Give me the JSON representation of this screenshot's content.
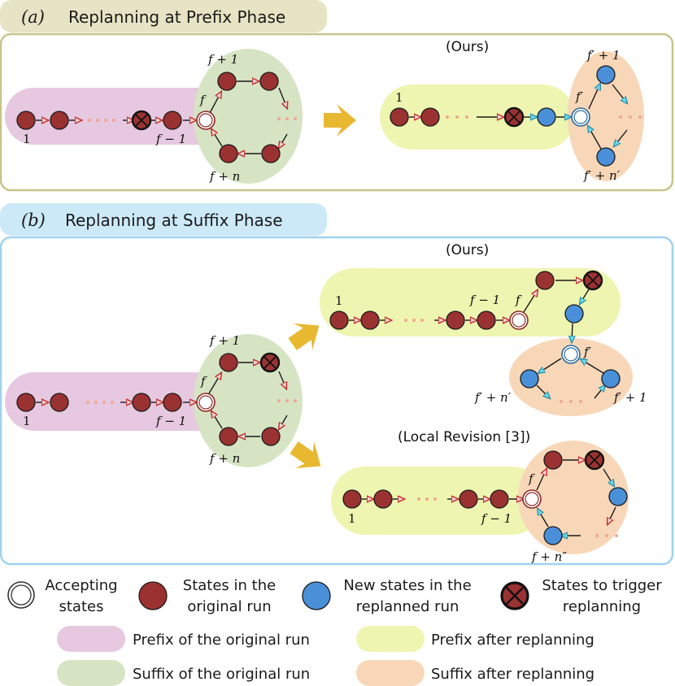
{
  "panel_a": {
    "tag": "(a)",
    "title": "Replanning at Prefix Phase",
    "ours_label": "(Ours)",
    "original": {
      "start": "1",
      "f": "f",
      "f_minus_1": "f − 1",
      "f_plus_1": "f + 1",
      "f_plus_n": "f + n"
    },
    "replanned": {
      "start": "1",
      "f_prime": "f′",
      "f_prime_plus_1": "f′ + 1",
      "f_prime_plus_n": "f′ + n′"
    }
  },
  "panel_b": {
    "tag": "(b)",
    "title": "Replanning at Suffix Phase",
    "ours_label": "(Ours)",
    "local_label": "(Local Revision [3])",
    "original": {
      "start": "1",
      "f": "f",
      "f_minus_1": "f − 1",
      "f_plus_1": "f + 1",
      "f_plus_n": "f + n"
    },
    "ours": {
      "start": "1",
      "f": "f",
      "f_minus_1": "f − 1",
      "f_prime": "f′",
      "f_prime_plus_1": "f′ + 1",
      "f_prime_plus_n": "f′ + n′"
    },
    "local": {
      "start": "1",
      "f": "f",
      "f_minus_1": "f − 1",
      "f_plus_n2": "f + n″"
    }
  },
  "legend": {
    "accepting": "Accepting states",
    "accepting_l1": "Accepting",
    "accepting_l2": "states",
    "original_l1": "States in the",
    "original_l2": "original run",
    "new_l1": "New states in the",
    "new_l2": "replanned run",
    "trigger_l1": "States to trigger",
    "trigger_l2": "replanning",
    "prefix_original": "Prefix of the original run",
    "prefix_after": "Prefix after replanning",
    "suffix_original": "Suffix of the original run",
    "suffix_after": "Suffix after replanning"
  },
  "colors": {
    "red_state": "#9b3232",
    "blue_state": "#4a90d9",
    "pink_region": "#e6c8e0",
    "green_region": "#d6e4c4",
    "yellow_region": "#eef5b0",
    "peach_region": "#f8d7b8",
    "arrow_gold": "#e8b830",
    "frame_a": "#c8c48c",
    "frame_b": "#9fd2ee",
    "tag_a_bg": "#e6e4c4",
    "tag_b_bg": "#cce9f8"
  }
}
